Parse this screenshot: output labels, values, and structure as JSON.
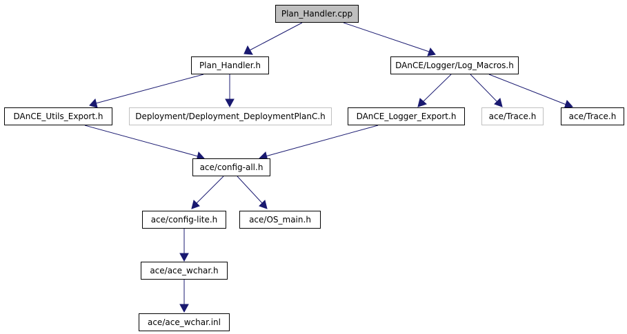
{
  "nodes": {
    "plan_handler_cpp": {
      "label": "Plan_Handler.cpp"
    },
    "plan_handler_h": {
      "label": "Plan_Handler.h"
    },
    "log_macros_h": {
      "label": "DAnCE/Logger/Log_Macros.h"
    },
    "utils_export_h": {
      "label": "DAnCE_Utils_Export.h"
    },
    "deployment_plan_h": {
      "label": "Deployment/Deployment_DeploymentPlanC.h"
    },
    "logger_export_h": {
      "label": "DAnCE_Logger_Export.h"
    },
    "trace_h_gray": {
      "label": "ace/Trace.h"
    },
    "trace_h": {
      "label": "ace/Trace.h"
    },
    "config_all_h": {
      "label": "ace/config-all.h"
    },
    "config_lite_h": {
      "label": "ace/config-lite.h"
    },
    "os_main_h": {
      "label": "ace/OS_main.h"
    },
    "ace_wchar_h": {
      "label": "ace/ace_wchar.h"
    },
    "ace_wchar_inl": {
      "label": "ace/ace_wchar.inl"
    }
  },
  "colors": {
    "edge": "#191970",
    "root_fill": "#bfbfbf",
    "ghost_border": "#bfbfbf",
    "node_border": "#000000"
  }
}
